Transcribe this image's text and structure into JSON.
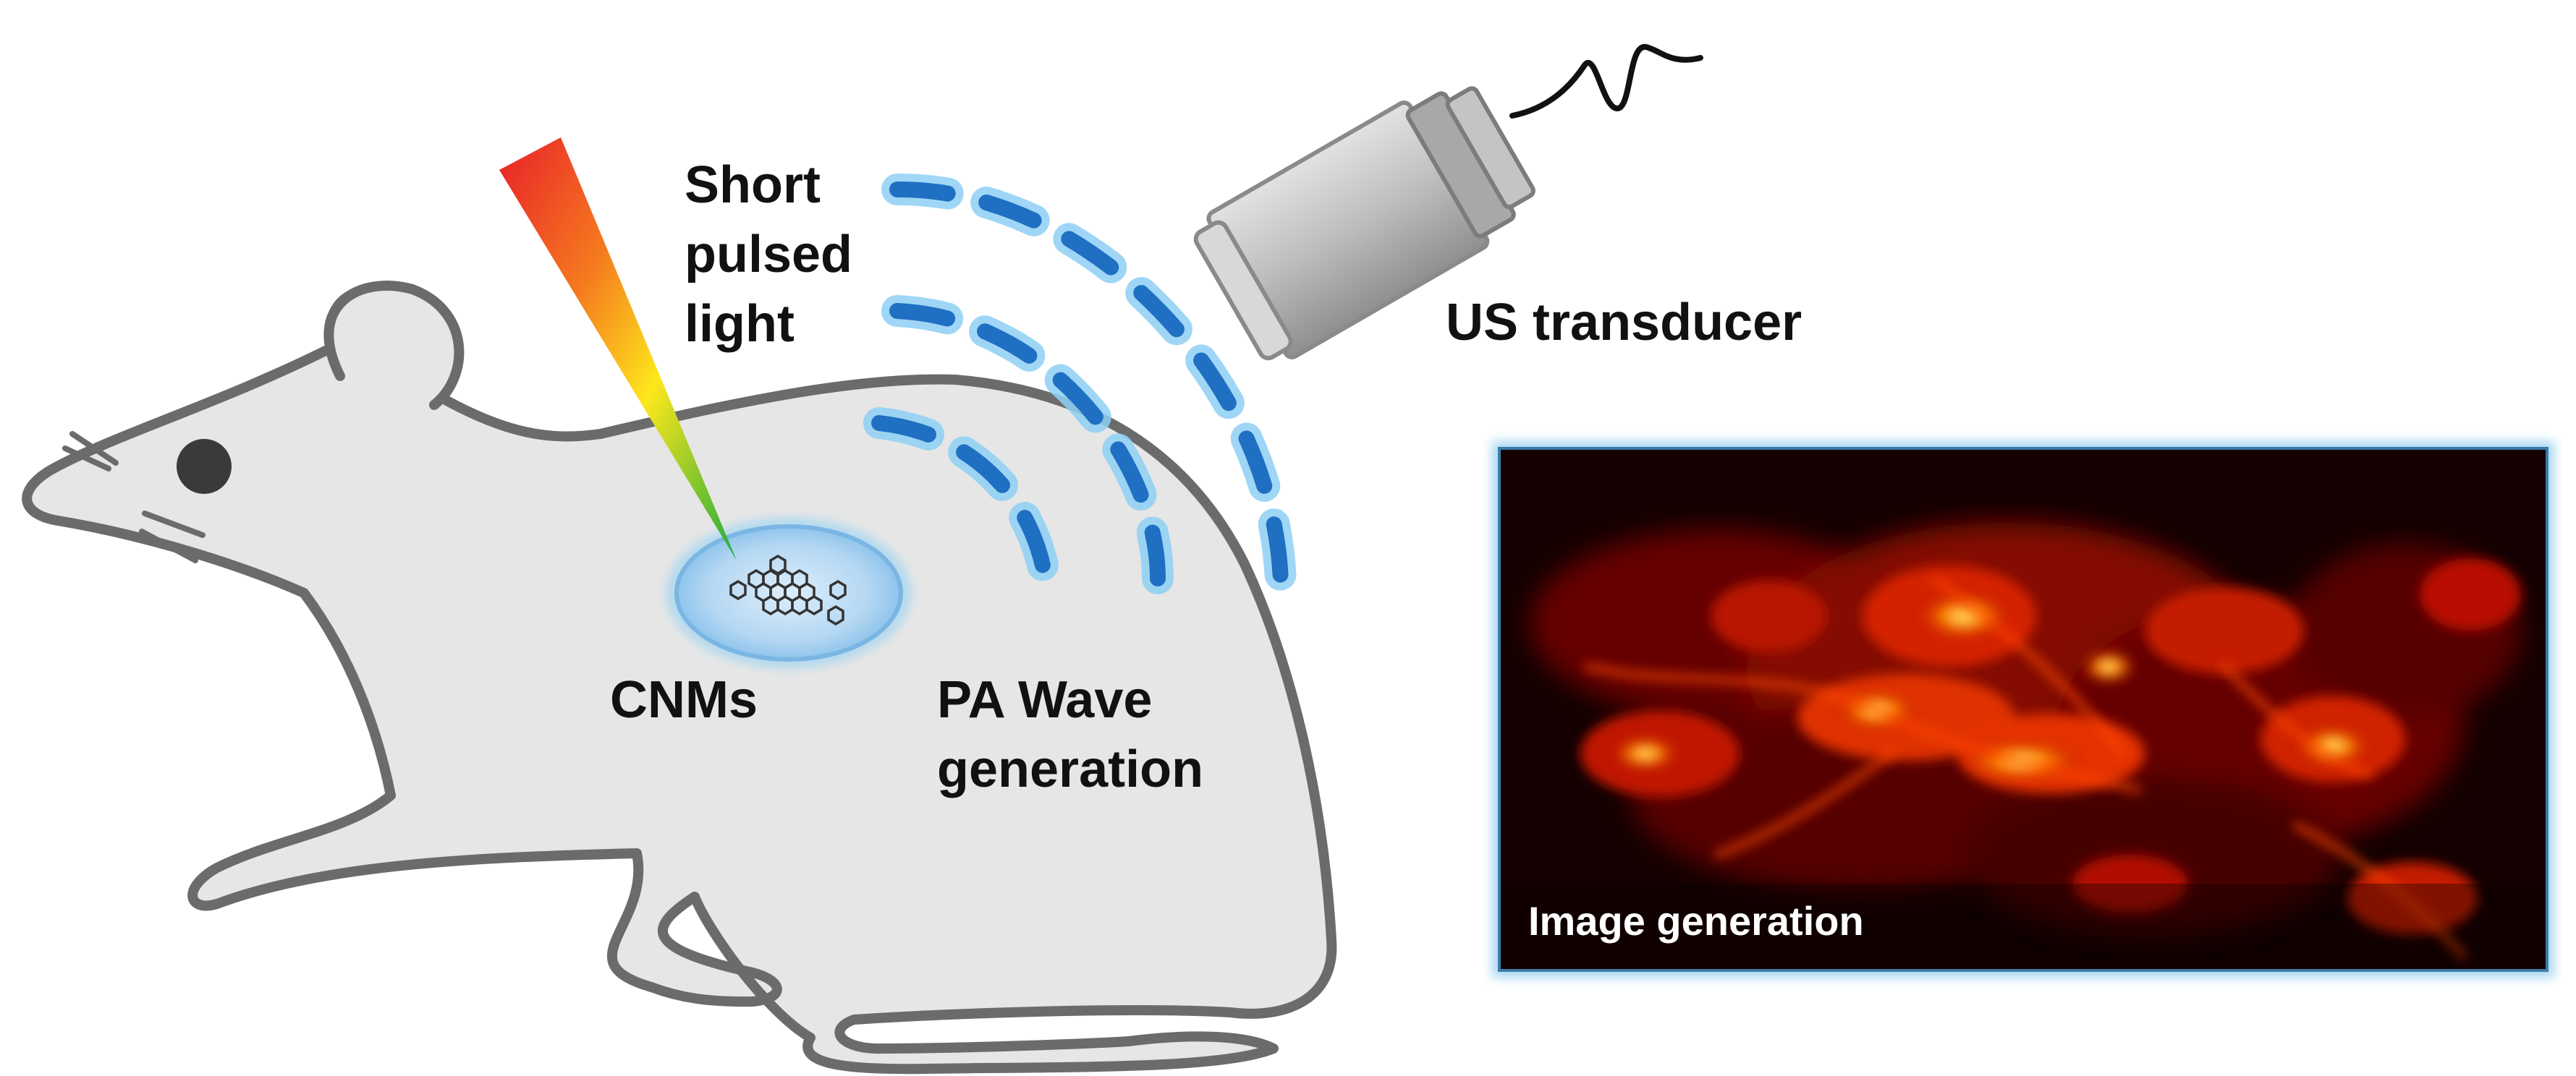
{
  "labels": {
    "light_lines": [
      "Short",
      "pulsed",
      "light"
    ],
    "nanomaterial": "CNMs",
    "wave_lines": [
      "PA Wave",
      "generation"
    ],
    "transducer": "US transducer",
    "image": "Image generation"
  },
  "colors": {
    "mouse_fill": "#e6e6e6",
    "mouse_outline": "#6b6b6b",
    "wave_dash": "#1f6fc2",
    "wave_glow": "#8fd0f5",
    "tumor_fill": "#b6d8f3",
    "transducer_body": "#bdbdbd",
    "panel_border": "#3a7ca8",
    "beam_gradient": [
      "#e8202a",
      "#f57a1e",
      "#fde71c",
      "#1faa3b"
    ]
  },
  "icons": {
    "animal": "mouse-silhouette",
    "beam": "laser-beam-triangle",
    "nanomaterial": "hexagon-cluster-icon",
    "waves": "acoustic-wave-arcs",
    "probe": "ultrasound-transducer-icon",
    "signal": "waveform-icon"
  }
}
